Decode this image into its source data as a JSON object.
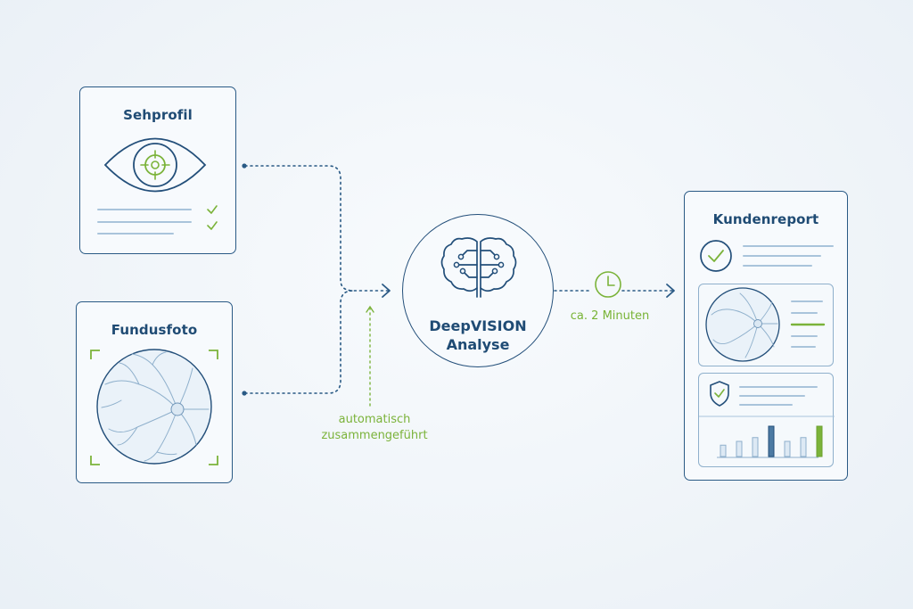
{
  "cards": {
    "sehprofil": {
      "title": "Sehprofil"
    },
    "fundusfoto": {
      "title": "Fundusfoto"
    },
    "kundenreport": {
      "title": "Kundenreport"
    }
  },
  "hub": {
    "line1": "DeepVISION",
    "line2": "Analyse"
  },
  "merge_note": {
    "line1": "automatisch",
    "line2": "zusammengeführt"
  },
  "time_note": "ca. 2 Minuten",
  "report_chart": {
    "values": [
      3,
      4,
      5,
      8,
      4,
      5,
      8
    ]
  },
  "colors": {
    "navy": "#234f7a",
    "green": "#7bb33a",
    "light_blue": "#9fbdd6"
  },
  "icons": [
    "eye-target-icon",
    "check-icon",
    "fundus-image-icon",
    "brain-circuit-icon",
    "clock-icon",
    "check-circle-icon",
    "shield-check-icon",
    "bar-chart-icon",
    "arrow-right-icon"
  ]
}
